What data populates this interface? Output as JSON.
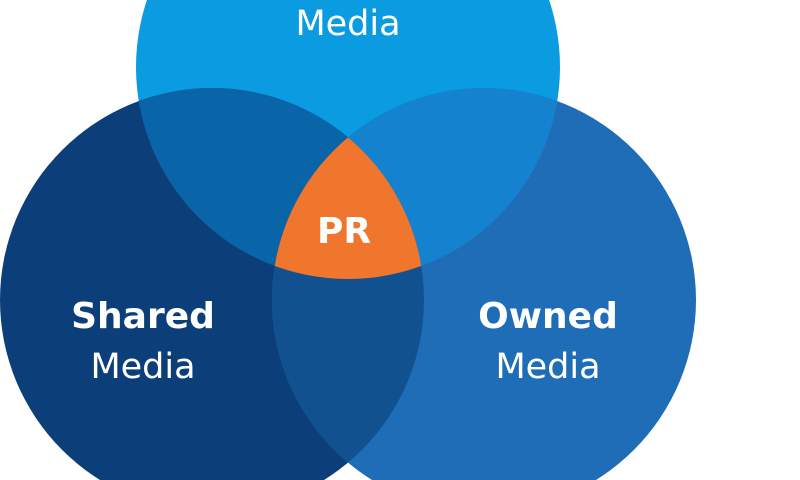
{
  "diagram": {
    "type": "venn",
    "circles": [
      {
        "id": "earned",
        "line1": "",
        "line2": "Media",
        "color": "#0a9be0"
      },
      {
        "id": "shared",
        "line1": "Shared",
        "line2": "Media",
        "color": "#0c3f7a"
      },
      {
        "id": "owned",
        "line1": "Owned",
        "line2": "Media",
        "color": "#1f6db6"
      }
    ],
    "overlaps": {
      "top_left": "#0a64a8",
      "top_right": "#1582cf",
      "left_right": "#12518f"
    },
    "center": {
      "label": "PR",
      "color": "#f0762e"
    }
  }
}
